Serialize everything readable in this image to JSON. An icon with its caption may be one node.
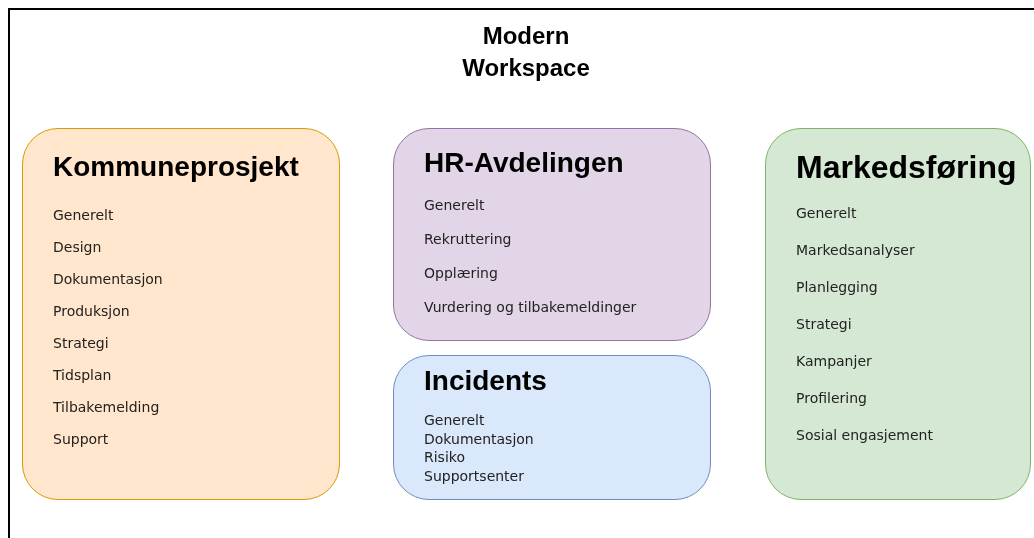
{
  "diagram": {
    "title": "Modern Workspace",
    "nodes": [
      {
        "text": [
          "Kommuneprosjekt",
          "Generelt",
          "Design",
          "Dokumentasjon",
          "Produksjon",
          "Strategi",
          "Tidsplan",
          "Tilbakemelding",
          "Support"
        ]
      },
      {
        "text": [
          "HR-Avdelingen",
          "Generelt",
          "Rekruttering",
          "Opplæring",
          "Vurdering og tilbakemeldinger"
        ]
      },
      {
        "text": [
          "Incidents",
          "Generelt",
          "Dokumentasjon",
          "Risiko",
          "Supportsenter"
        ]
      },
      {
        "text": [
          "Markedsføring",
          "Generelt",
          "Markedsanalyser",
          "Planlegging",
          "Strategi",
          "Kampanjer",
          "Profilering",
          "Sosial engasjement"
        ]
      }
    ],
    "edges": []
  }
}
